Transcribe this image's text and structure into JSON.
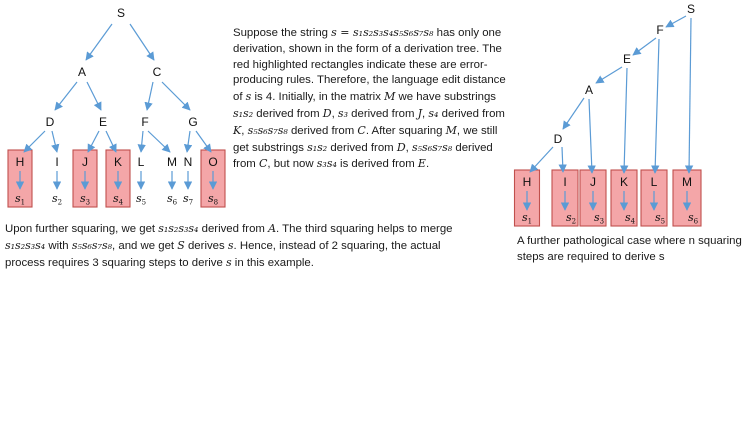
{
  "colors": {
    "arrow": "#5b9bd5",
    "highlight_fill": "#f4a6a8",
    "highlight_stroke": "#c0504d",
    "text": "#1a1a1a"
  },
  "tree1": {
    "root": "S",
    "level1": [
      "A",
      "C"
    ],
    "level2": [
      "D",
      "E",
      "F",
      "G"
    ],
    "leaf_labels": [
      "H",
      "I",
      "J",
      "K",
      "L",
      "M",
      "N",
      "O"
    ],
    "leaf_symbol": "s",
    "leaf_indices": [
      "1",
      "2",
      "3",
      "4",
      "5",
      "6",
      "7",
      "8"
    ],
    "highlighted": [
      "H",
      "J",
      "K",
      "O"
    ]
  },
  "tree2": {
    "spine": [
      "S",
      "F",
      "E",
      "A",
      "D"
    ],
    "leaf_labels": [
      "H",
      "I",
      "J",
      "K",
      "L",
      "M"
    ],
    "leaf_symbol": "s",
    "leaf_indices": [
      "1",
      "2",
      "3",
      "4",
      "5",
      "6"
    ],
    "highlighted": [
      "H",
      "I",
      "J",
      "K",
      "L",
      "M"
    ]
  },
  "paragraph_right": [
    {
      "t": "Suppose the string "
    },
    {
      "m": "s = s₁s₂s₃s₄s₅s₆s₇s₈"
    },
    {
      "t": " has only one derivation, shown in the form of a derivation tree. The red highlighted rectangles indicate these are error-producing rules. Therefore, the language edit distance of "
    },
    {
      "m": "s"
    },
    {
      "t": " is 4. Initially, in the matrix "
    },
    {
      "m": "M"
    },
    {
      "t": " we have substrings "
    },
    {
      "m": "s₁s₂"
    },
    {
      "t": " derived from "
    },
    {
      "m": "D"
    },
    {
      "t": ", "
    },
    {
      "m": "s₃"
    },
    {
      "t": " derived from "
    },
    {
      "m": "J"
    },
    {
      "t": ", "
    },
    {
      "m": "s₄"
    },
    {
      "t": " derived from "
    },
    {
      "m": "K"
    },
    {
      "t": ", "
    },
    {
      "m": "s₅s₆s₇s₈"
    },
    {
      "t": " derived from "
    },
    {
      "m": "C"
    },
    {
      "t": ". After squaring "
    },
    {
      "m": "M"
    },
    {
      "t": ", we still get substrings "
    },
    {
      "m": "s₁s₂"
    },
    {
      "t": " derived from "
    },
    {
      "m": "D"
    },
    {
      "t": ", "
    },
    {
      "m": "s₅s₆s₇s₈"
    },
    {
      "t": " derived from "
    },
    {
      "m": "C"
    },
    {
      "t": ", but now "
    },
    {
      "m": "s₃s₄"
    },
    {
      "t": " is derived from "
    },
    {
      "m": "E"
    },
    {
      "t": "."
    }
  ],
  "paragraph_bottom": [
    {
      "t": "Upon further squaring, we get "
    },
    {
      "m": "s₁s₂s₃s₄"
    },
    {
      "t": " derived from "
    },
    {
      "m": "A"
    },
    {
      "t": ". The third squaring helps to merge "
    },
    {
      "m": "s₁s₂s₃s₄"
    },
    {
      "t": " with "
    },
    {
      "m": "s₅s₆s₇s₈"
    },
    {
      "t": ", and we get "
    },
    {
      "m": "S"
    },
    {
      "t": " derives "
    },
    {
      "m": "s"
    },
    {
      "t": ". Hence, instead of 2 squaring,  the actual process requires 3 squaring steps to derive "
    },
    {
      "m": "s"
    },
    {
      "t": " in this example."
    }
  ],
  "caption": "A further pathological case where n squaring steps are required to derive s"
}
